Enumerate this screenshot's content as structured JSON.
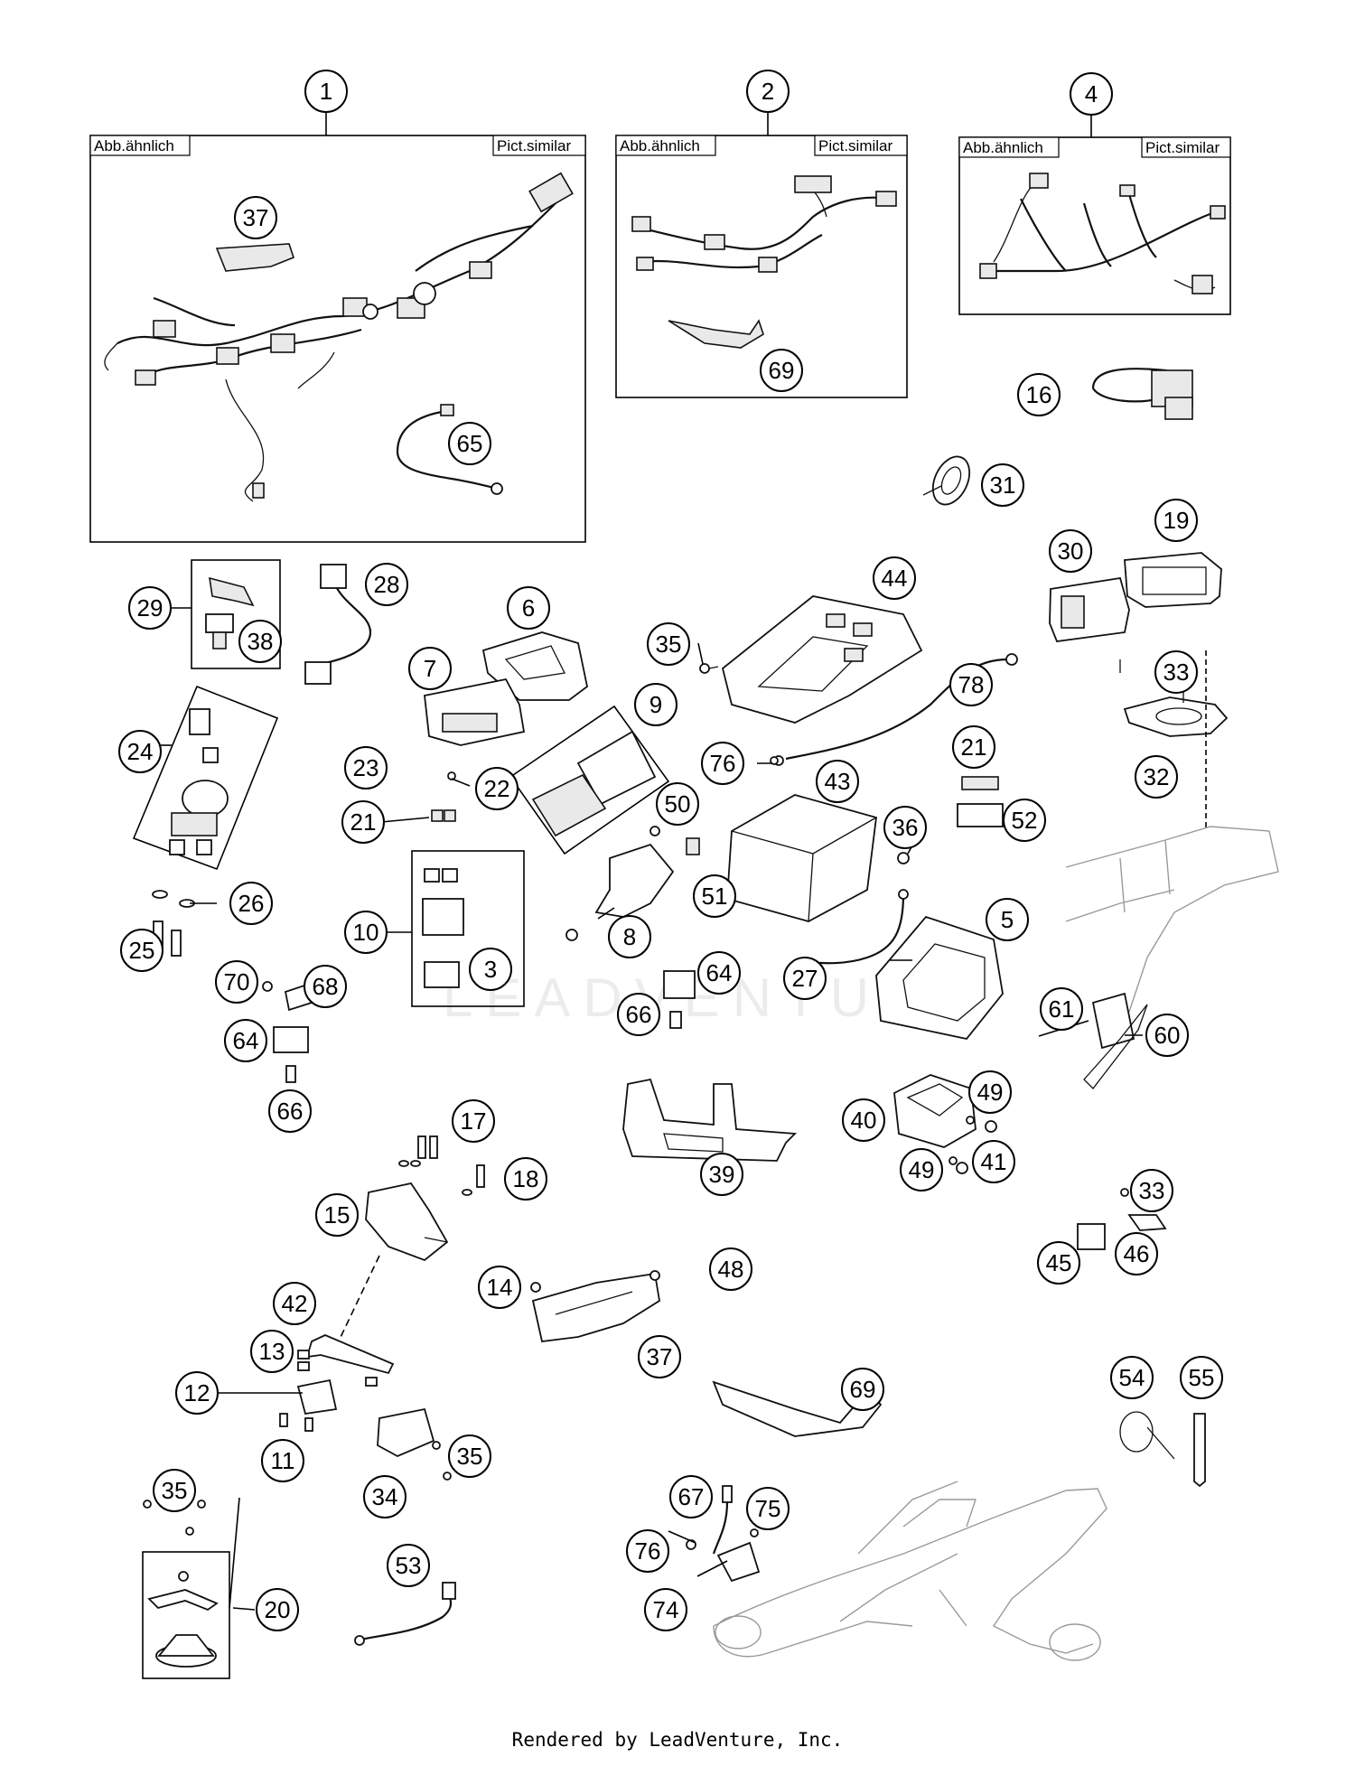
{
  "inset_tags": {
    "left": "Abb.ähnlich",
    "right": "Pict.similar"
  },
  "watermark": "LEADVENTURE",
  "footer": "Rendered by LeadVenture, Inc.",
  "callouts": {
    "c1": "1",
    "c2": "2",
    "c4": "4",
    "c37a": "37",
    "c65": "65",
    "c69a": "69",
    "c16": "16",
    "c31": "31",
    "c19": "19",
    "c30": "30",
    "c33a": "33",
    "c32": "32",
    "c28": "28",
    "c29": "29",
    "c38": "38",
    "c6": "6",
    "c7": "7",
    "c9": "9",
    "c44": "44",
    "c35a": "35",
    "c78": "78",
    "c24": "24",
    "c23": "23",
    "c21a": "21",
    "c22": "22",
    "c50": "50",
    "c76a": "76",
    "c43": "43",
    "c21b": "21",
    "c52": "52",
    "c36": "36",
    "c10": "10",
    "c3": "3",
    "c51": "51",
    "c8": "8",
    "c26": "26",
    "c25": "25",
    "c5": "5",
    "c27": "27",
    "c64a": "64",
    "c66a": "66",
    "c70": "70",
    "c68": "68",
    "c64b": "64",
    "c66b": "66",
    "c61": "61",
    "c60": "60",
    "c40": "40",
    "c49a": "49",
    "c41": "41",
    "c49b": "49",
    "c39": "39",
    "c17": "17",
    "c18": "18",
    "c15": "15",
    "c14": "14",
    "c48": "48",
    "c37b": "37",
    "c33b": "33",
    "c45": "45",
    "c46": "46",
    "c42": "42",
    "c13": "13",
    "c12": "12",
    "c11": "11",
    "c35b": "35",
    "c34": "34",
    "c69b": "69",
    "c54": "54",
    "c55": "55",
    "c35c": "35",
    "c20": "20",
    "c53": "53",
    "c67": "67",
    "c75": "75",
    "c76b": "76",
    "c74": "74"
  }
}
